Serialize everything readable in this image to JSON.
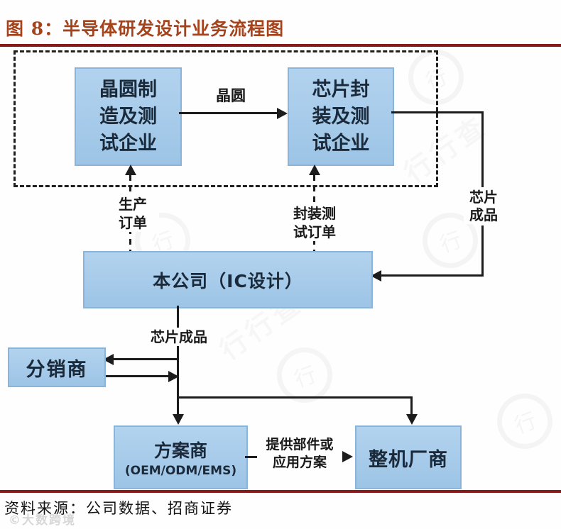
{
  "figure": {
    "title": "图 8：半导体研发设计业务流程图",
    "source": "资料来源：公司数据、招商证券"
  },
  "colors": {
    "title_text": "#a5431c",
    "rule": "#871a1a",
    "node_fill": "#a6cae8",
    "node_border": "#8ab4da",
    "node_text": "#1b2a3a",
    "flow_line": "#1c1c1c"
  },
  "nodes": {
    "wafer": {
      "label": "晶圆制\n造及测\n试企业"
    },
    "package": {
      "label": "芯片封\n装及测\n试企业"
    },
    "company": {
      "label": "本公司（IC设计）"
    },
    "distributor": {
      "label": "分销商"
    },
    "solution": {
      "label": "方案商",
      "sublabel": "(OEM/ODM/EMS)"
    },
    "oem": {
      "label": "整机厂商"
    }
  },
  "edges": {
    "wafer_to_package": "晶圆",
    "production_order": "生产\n订单",
    "package_test_order": "封装测\n试订单",
    "chip_product_side": "芯片\n成品",
    "chip_product_down": "芯片成品",
    "provide_parts": "提供部件或\n应用方案"
  },
  "watermarks": {
    "corner": "©大数跨境",
    "diagonal": "行行查",
    "logo_glyph": "行"
  }
}
